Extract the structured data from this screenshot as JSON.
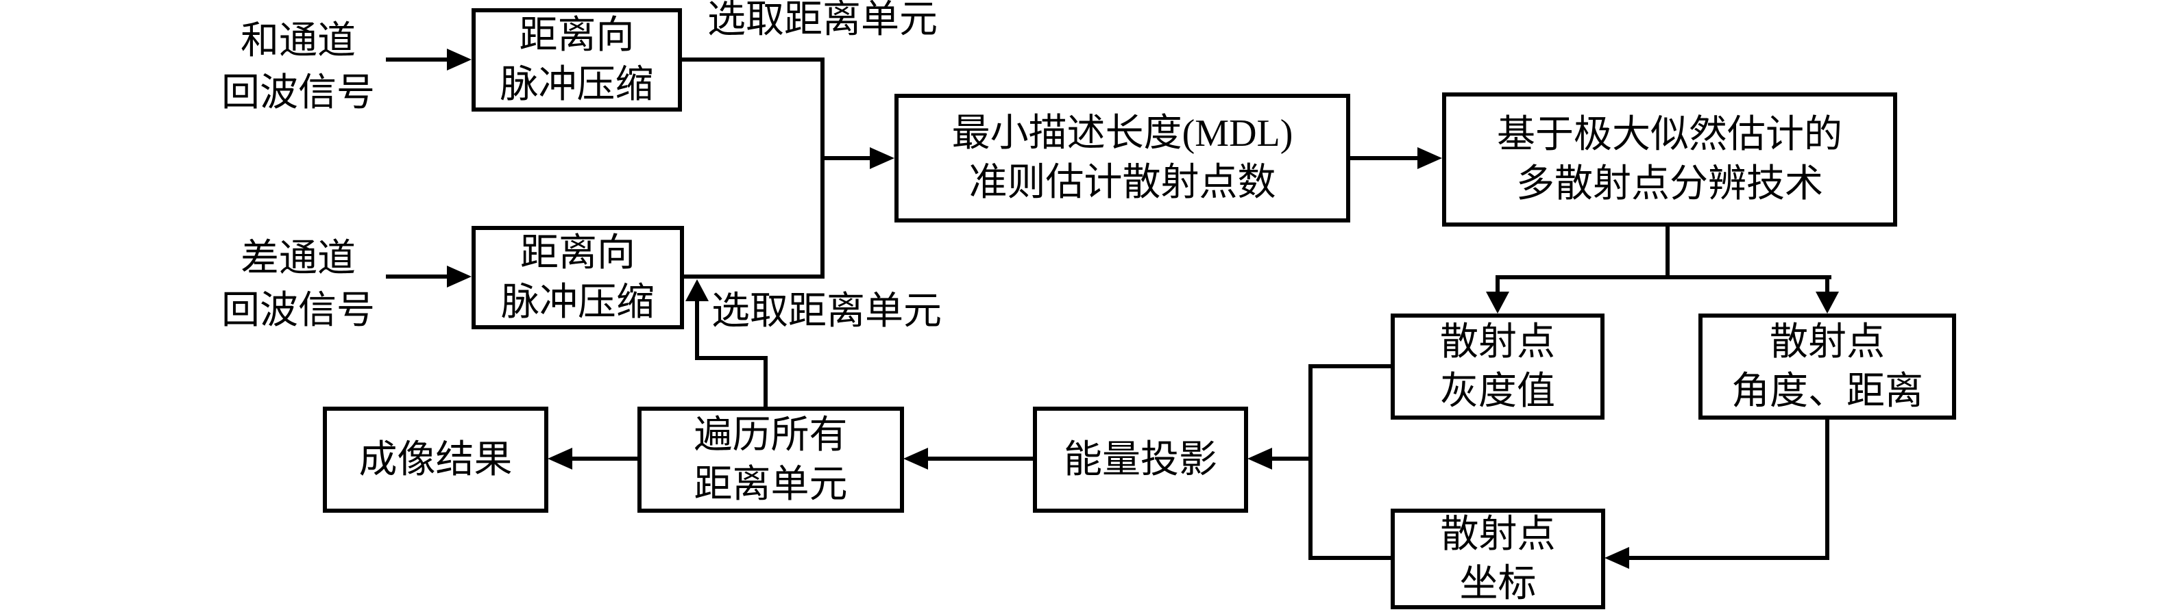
{
  "diagram": {
    "title": "",
    "colors": {
      "stroke": "#000000",
      "background": "#ffffff"
    },
    "nodes": [
      {
        "id": "pulse-compression-top",
        "line1": "距离向",
        "line2": "脉冲压缩"
      },
      {
        "id": "pulse-compression-bottom",
        "line1": "距离向",
        "line2": "脉冲压缩"
      },
      {
        "id": "mdl-estimate",
        "line1": "最小描述长度(MDL)",
        "line2": "准则估计散射点数"
      },
      {
        "id": "ml-resolve",
        "line1": "基于极大似然估计的",
        "line2": "多散射点分辨技术"
      },
      {
        "id": "scatter-gray",
        "line1": "散射点",
        "line2": "灰度值"
      },
      {
        "id": "scatter-angle-range",
        "line1": "散射点",
        "line2": "角度、距离"
      },
      {
        "id": "scatter-coord",
        "line1": "散射点",
        "line2": "坐标"
      },
      {
        "id": "energy-projection",
        "line1": "能量投影"
      },
      {
        "id": "traverse-cells",
        "line1": "遍历所有",
        "line2": "距离单元"
      },
      {
        "id": "imaging-result",
        "line1": "成像结果"
      }
    ],
    "inputs": [
      {
        "id": "sum-channel",
        "line1": "和通道",
        "line2": "回波信号"
      },
      {
        "id": "diff-channel",
        "line1": "差通道",
        "line2": "回波信号"
      }
    ],
    "edge_labels": [
      {
        "id": "select-range-cell-top",
        "text": "选取距离单元"
      },
      {
        "id": "select-range-cell-bottom",
        "text": "选取距离单元"
      }
    ]
  }
}
